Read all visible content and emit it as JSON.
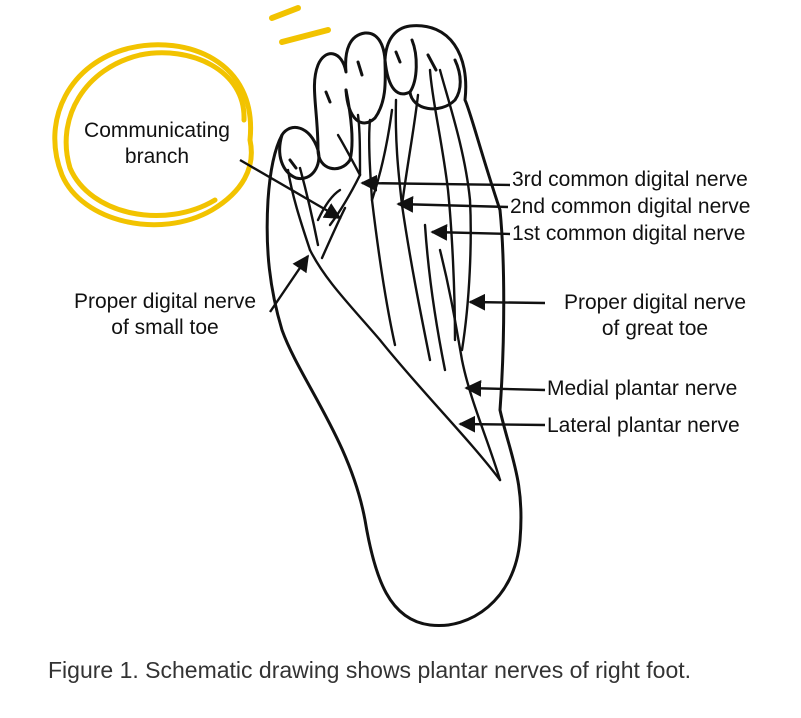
{
  "labels": {
    "communicating_branch_line1": "Communicating",
    "communicating_branch_line2": "branch",
    "third_common": "3rd common digital nerve",
    "second_common": "2nd common digital nerve",
    "first_common": "1st common digital nerve",
    "proper_small_line1": "Proper digital nerve",
    "proper_small_line2": "of small toe",
    "proper_great_line1": "Proper digital nerve",
    "proper_great_line2": "of great toe",
    "medial_plantar": "Medial plantar nerve",
    "lateral_plantar": "Lateral plantar nerve"
  },
  "caption": {
    "prefix": "Figure 1.",
    "text": " Schematic drawing shows plantar nerves of right foot."
  },
  "colors": {
    "highlight": "#f2c300",
    "ink": "#111111",
    "caption": "#333333"
  }
}
